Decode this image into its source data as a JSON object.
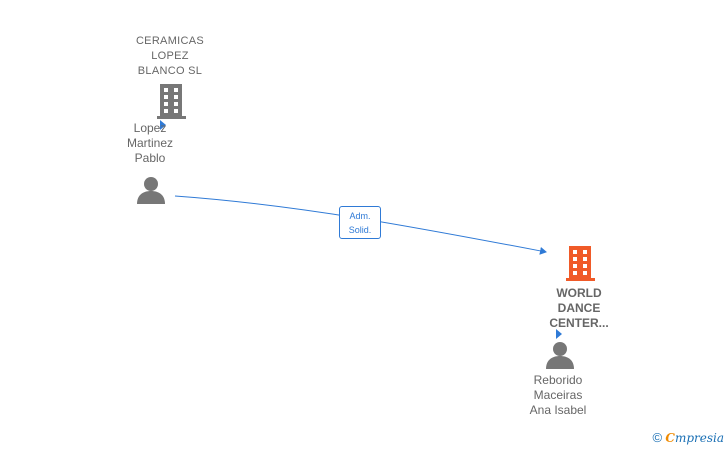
{
  "nodes": {
    "ceramicas": {
      "lines": [
        "CERAMICAS",
        "LOPEZ",
        "BLANCO  SL"
      ],
      "icon": "building-icon",
      "color": "#777777"
    },
    "lopez": {
      "lines": [
        "Lopez",
        "Martinez",
        "Pablo"
      ],
      "icon": "person-icon",
      "color": "#777777"
    },
    "world_dance": {
      "lines": [
        "WORLD",
        "DANCE",
        "CENTER..."
      ],
      "icon": "building-icon",
      "color": "#f05a28"
    },
    "reborido": {
      "lines": [
        "Reborido",
        "Maceiras",
        "Ana Isabel"
      ],
      "icon": "person-icon",
      "color": "#777777"
    }
  },
  "edges": [
    {
      "from": "lopez",
      "to": "world_dance",
      "label_lines": [
        "Adm.",
        "Solid."
      ],
      "color": "#2f7ad6"
    }
  ],
  "footer": {
    "copyright": "©",
    "brand_first": "C",
    "brand_rest": "mpresia"
  }
}
